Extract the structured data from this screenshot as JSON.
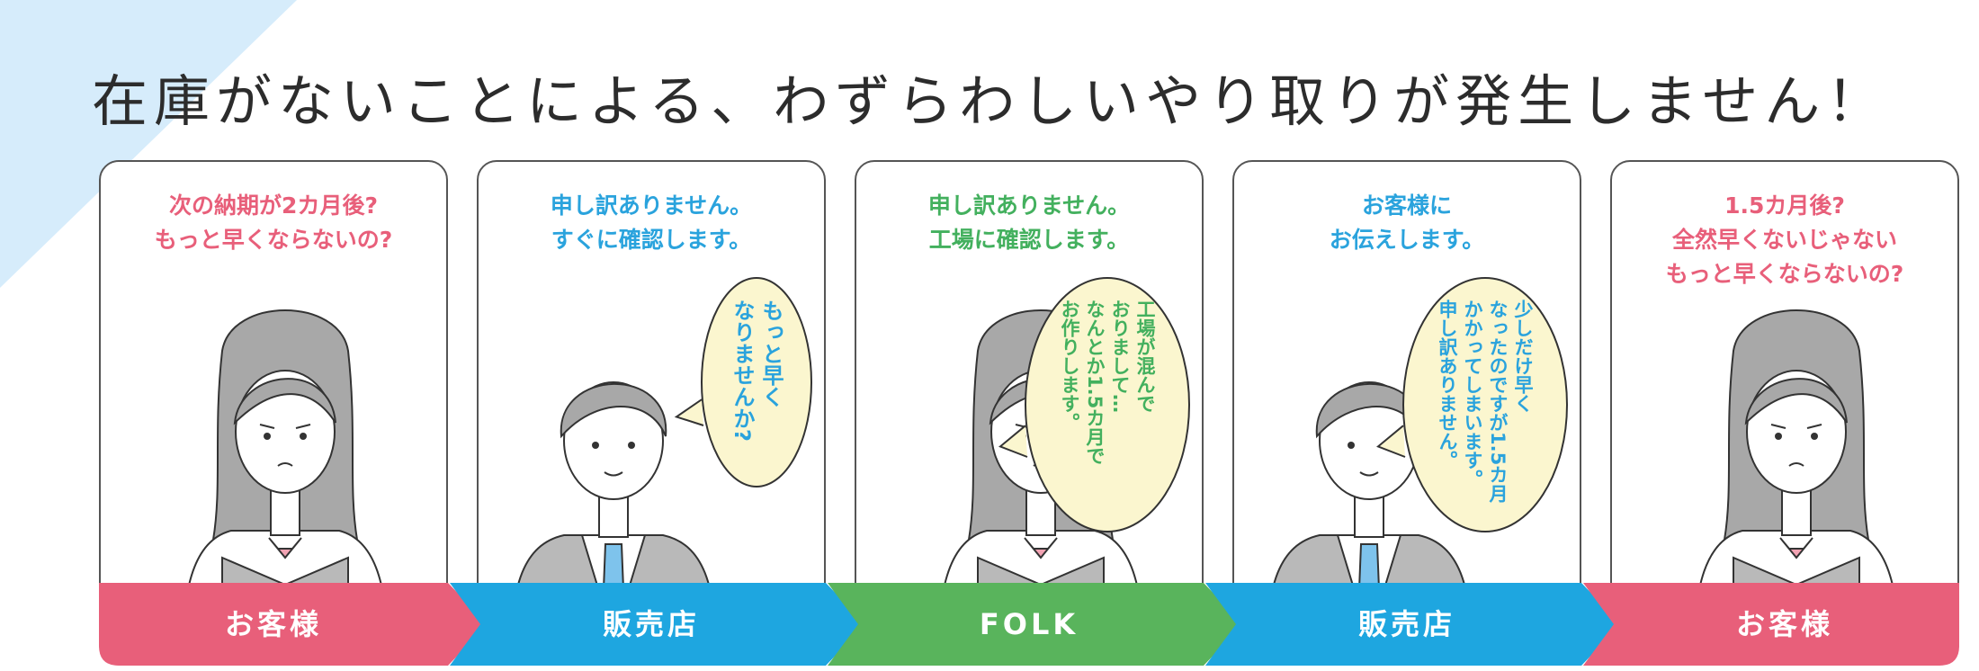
{
  "headline": "在庫がないことによる、わずらわしいやり取りが発生しません！",
  "colors": {
    "pink": "#e85f7a",
    "blue": "#1ea6e0",
    "green": "#59b45c",
    "speech_blue": "#2aa3dd",
    "speech_green": "#43b05e",
    "bubble_fill": "#fbf6cf",
    "corner": "#d6ecfb"
  },
  "panels": [
    {
      "caption": [
        "次の納期が2カ月後?",
        "もっと早くならないの?"
      ],
      "caption_color": "#e85f7a",
      "bubble": [],
      "label": "お客様",
      "bar_color": "#e85f7a"
    },
    {
      "caption": [
        "申し訳ありません。",
        "すぐに確認します。"
      ],
      "caption_color": "#2aa3dd",
      "bubble": [
        "もっと早く",
        "なりませんか?"
      ],
      "label": "販売店",
      "bar_color": "#1ea6e0"
    },
    {
      "caption": [
        "申し訳ありません。",
        "工場に確認します。"
      ],
      "caption_color": "#43b05e",
      "bubble": [
        "工場が混んで",
        "おりまして…",
        "なんとか1.5カ月で",
        "お作りします。"
      ],
      "label": "FOLK",
      "bar_color": "#59b45c"
    },
    {
      "caption": [
        "お客様に",
        "お伝えします。"
      ],
      "caption_color": "#2aa3dd",
      "bubble": [
        "少しだけ早く",
        "なったのですが1.5カ月",
        "かかってしまいます。",
        "申し訳ありません。"
      ],
      "label": "販売店",
      "bar_color": "#1ea6e0"
    },
    {
      "caption": [
        "1.5カ月後?",
        "全然早くないじゃない",
        "もっと早くならないの?"
      ],
      "caption_color": "#e85f7a",
      "bubble": [],
      "label": "お客様",
      "bar_color": "#e85f7a"
    }
  ]
}
